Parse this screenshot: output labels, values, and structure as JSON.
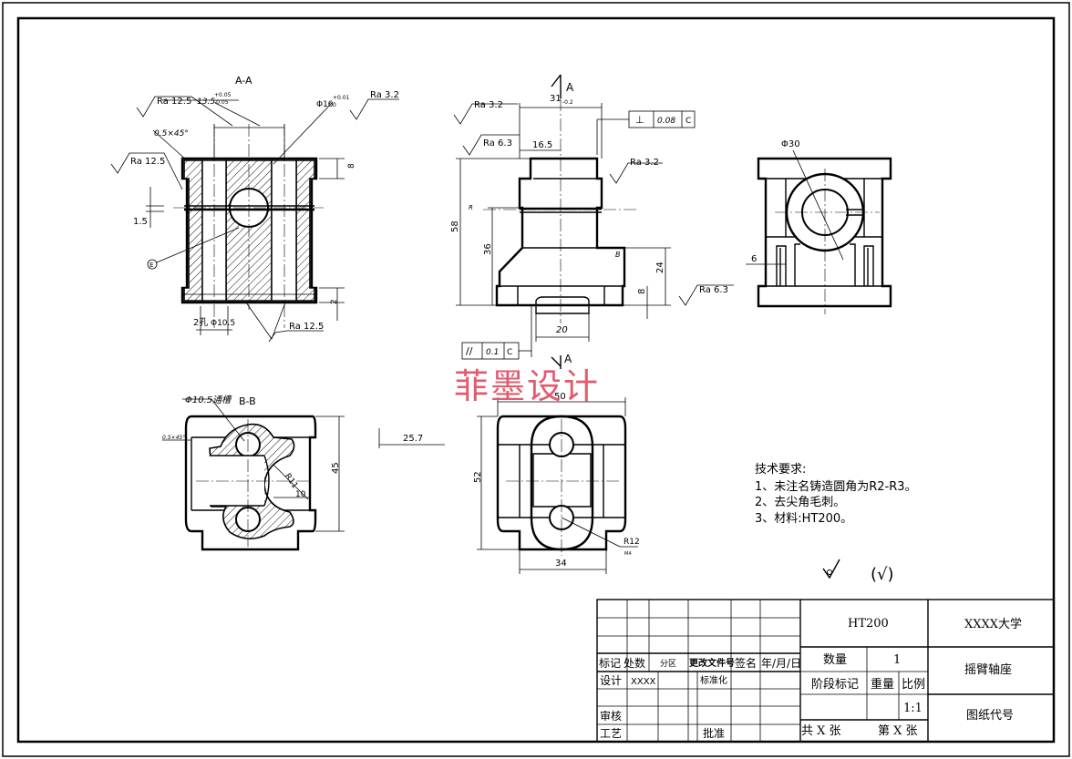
{
  "views": {
    "section_aa": {
      "title": "A-A",
      "roughness": [
        "Ra 12.5",
        "Ra 3.2",
        "Ra 12.5",
        "Ra 12.5"
      ],
      "dims": [
        "13.5",
        "+0.05",
        "-0.05",
        "0.5×45°",
        "Φ16",
        "+0.01",
        "0",
        "8",
        "1.5",
        "2",
        "2孔",
        "Φ10.5"
      ],
      "label_e": "E"
    },
    "front": {
      "section_mark": "A",
      "roughness": [
        "Ra 3.2",
        "Ra 6.3",
        "Ra 3.2",
        "Ra 6.3"
      ],
      "dims": [
        "31",
        "-0.2",
        "16.5",
        "58",
        "36",
        "24",
        "8",
        "20"
      ],
      "mark_r": "R",
      "mark_b": "B",
      "tolerance_perp": {
        "symbol": "⊥",
        "value": "0.08",
        "datum": "C"
      },
      "tolerance_parallel": {
        "symbol": "//",
        "value": "0.1",
        "datum": "C"
      }
    },
    "side": {
      "dims": [
        "Φ30",
        "6"
      ]
    },
    "section_bb": {
      "title": "B-B",
      "dims": [
        "Φ10.5通槽",
        "0.5×45°",
        "R11",
        "10",
        "45",
        "25.7"
      ]
    },
    "top": {
      "dims": [
        "50",
        "52",
        "34",
        "R12"
      ],
      "label_m": "M4"
    }
  },
  "watermark": "菲墨设计",
  "tech_requirements": {
    "title": "技术要求:",
    "items": [
      "1、未注名铸造圆角为R2-R3。",
      "2、去尖角毛刺。",
      "3、材料:HT200。"
    ]
  },
  "surface_symbols": {
    "general": "√",
    "bracket": "(√)"
  },
  "title_block": {
    "material": "HT200",
    "university": "XXXX大学",
    "part_name": "摇臂轴座",
    "drawing_code_label": "图纸代号",
    "quantity_label": "数量",
    "quantity": "1",
    "stage_label": "阶段标记",
    "weight_label": "重量",
    "scale_label": "比例",
    "scale": "1:1",
    "mark_label": "标记",
    "count_label": "处数",
    "zone_label": "分区",
    "change_doc_label": "更改文件号",
    "sign_label": "签名",
    "date_label": "年/月/日",
    "design_label": "设计",
    "designer": "XXXX",
    "standardize_label": "标准化",
    "review_label": "审核",
    "process_label": "工艺",
    "approve_label": "批准",
    "total_sheets": "共 X 张",
    "sheet_no": "第 X 张"
  }
}
